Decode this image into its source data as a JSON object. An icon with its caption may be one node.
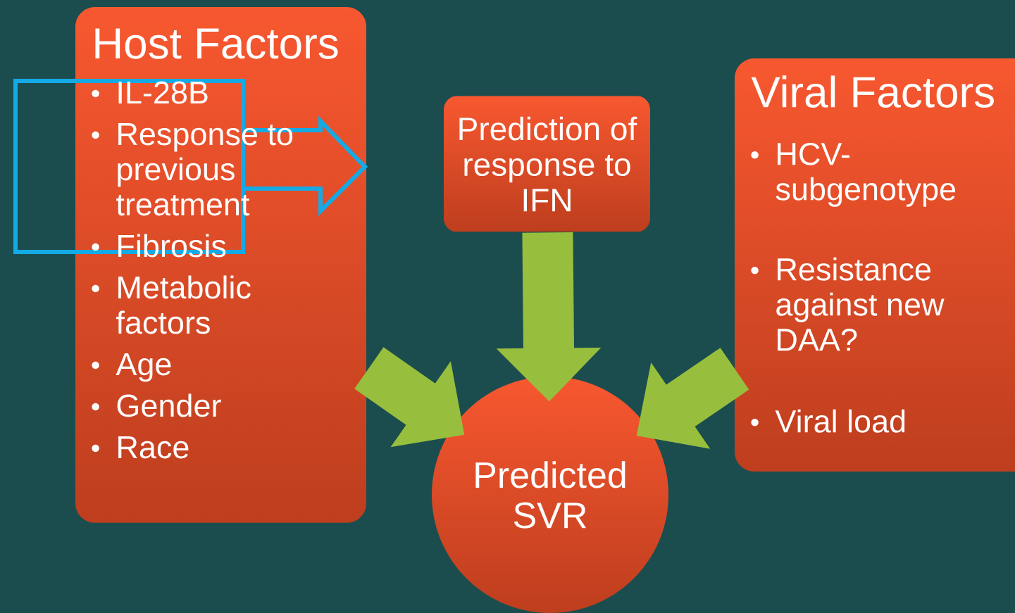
{
  "diagram": {
    "nodes": [
      {
        "text": [
          "Host Factors",
          "IL-28B",
          "Response to previous treatment",
          "Fibrosis",
          "Metabolic factors",
          "Age",
          "Gender",
          "Race"
        ]
      },
      {
        "text": [
          "Prediction of response to IFN"
        ]
      },
      {
        "text": [
          "Viral Factors",
          "HCV-subgenotype",
          "Resistance against new DAA?",
          "Viral load"
        ]
      },
      {
        "text": [
          "Predicted SVR"
        ]
      }
    ],
    "edges": [
      {
        "from": 0,
        "to": 3,
        "arrow": "to"
      },
      {
        "from": 1,
        "to": 3,
        "arrow": "to"
      },
      {
        "from": 2,
        "to": 3,
        "arrow": "to"
      }
    ]
  }
}
